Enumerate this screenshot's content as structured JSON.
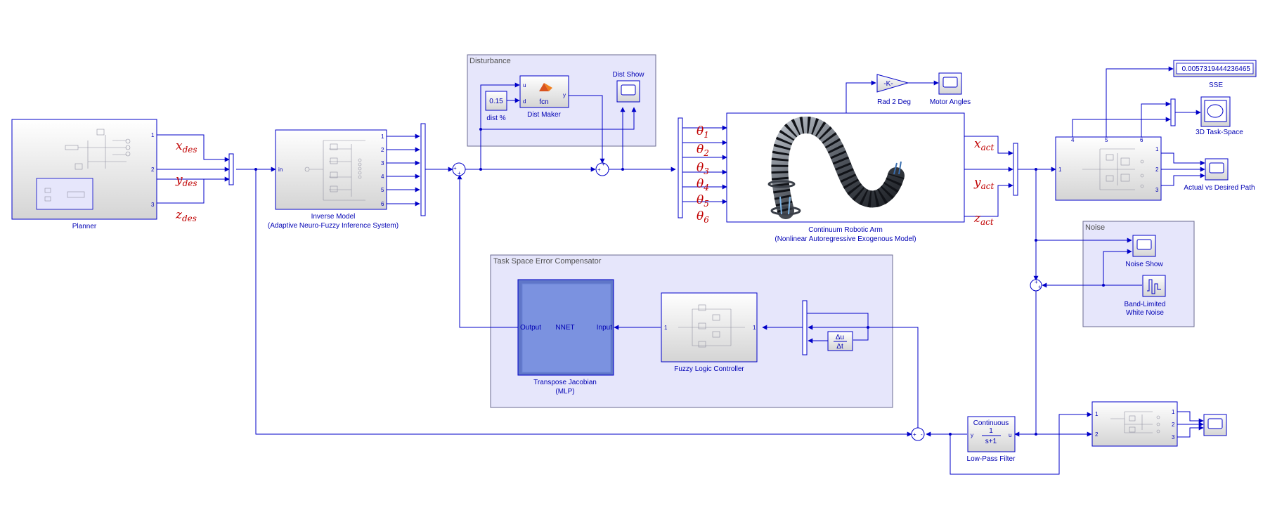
{
  "groups": {
    "disturbance": "Disturbance",
    "task_space_error_compensator": "Task Space Error Compensator",
    "noise": "Noise"
  },
  "blocks": {
    "planner": "Planner",
    "inverse_model_title": "Inverse Model",
    "inverse_model_subtitle": "(Adaptive Neuro-Fuzzy Inference System)",
    "inverse_model_in_port": "in",
    "dist_value": "0.15",
    "dist_percent": "dist %",
    "dist_maker": "Dist Maker",
    "dist_maker_fcn": "fcn",
    "dist_maker_port_u": "u",
    "dist_maker_port_d": "d",
    "dist_maker_port_y": "y",
    "dist_show": "Dist Show",
    "gain_k": "-K-",
    "rad_2_deg": "Rad 2 Deg",
    "motor_angles": "Motor Angles",
    "arm_title": "Continuum Robotic Arm",
    "arm_subtitle": "(Nonlinear Autoregressive Exogenous Model)",
    "sse_display": "0.0057319444236465",
    "sse": "SSE",
    "task_space_3d": "3D Task-Space",
    "actual_vs_desired": "Actual vs Desired Path",
    "noise_show": "Noise Show",
    "band_limited_line1": "Band-Limited",
    "band_limited_line2": "White Noise",
    "nnet": "NNET",
    "nnet_output": "Output",
    "nnet_input": "Input",
    "transpose_jacobian": "Transpose Jacobian",
    "mlp": "(MLP)",
    "fuzzy_logic_controller": "Fuzzy Logic Controller",
    "derivative_num": "Δu",
    "derivative_den": "Δt",
    "lpf_continuous": "Continuous",
    "lpf_num": "1",
    "lpf_den": "s+1",
    "lpf_port_y": "y",
    "lpf_port_u": "u",
    "low_pass_filter": "Low-Pass Filter"
  },
  "signals": {
    "x_des": "x",
    "x_des_sub": "des",
    "y_des": "y",
    "y_des_sub": "des",
    "z_des": "z",
    "z_des_sub": "des",
    "x_act": "x",
    "x_act_sub": "act",
    "y_act": "y",
    "y_act_sub": "act",
    "z_act": "z",
    "z_act_sub": "act",
    "theta": "θ",
    "theta_subs": [
      "1",
      "2",
      "3",
      "4",
      "5",
      "6"
    ]
  },
  "ports": {
    "planner_out": [
      "1",
      "2",
      "3"
    ],
    "inverse_out": [
      "1",
      "2",
      "3",
      "4",
      "5",
      "6"
    ],
    "analysis_in": "1",
    "analysis_top": [
      "4",
      "5",
      "6"
    ],
    "analysis_out": [
      "1",
      "2",
      "3"
    ],
    "flc_in": "1",
    "flc_out": "1",
    "lower_in": [
      "1",
      "2"
    ],
    "lower_out": [
      "1",
      "2",
      "3"
    ]
  },
  "sum_signs": {
    "sum1": [
      "+",
      "+"
    ],
    "sum2": [
      "+",
      "+"
    ],
    "sum_noise": [
      "+",
      "+"
    ],
    "sum_error": [
      "+",
      "-"
    ]
  },
  "colors": {
    "wire": "#0000c8",
    "signal_label": "#c00000",
    "group_fill": "#e6e6fb",
    "nnet_fill": "#7b92e0"
  },
  "icons": [
    "scope-icon",
    "matlab-fcn-icon",
    "gain-triangle-icon",
    "derivative-icon",
    "band-limited-noise-icon",
    "xy-graph-icon",
    "display-icon",
    "mux-bar-icon",
    "demux-bar-icon",
    "sum-icon",
    "nnet-mask-icon",
    "robot-arm-image"
  ]
}
